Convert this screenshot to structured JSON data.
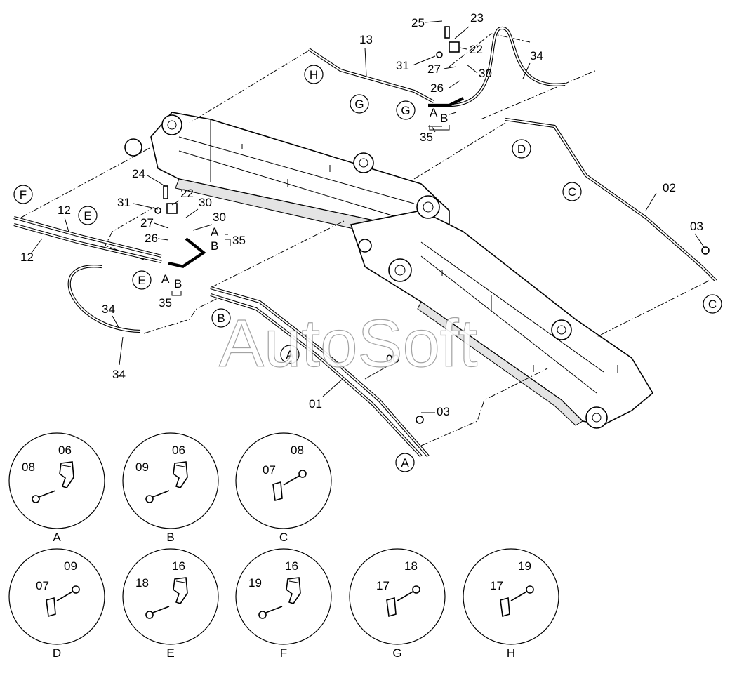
{
  "watermark": "AutoSoft",
  "callouts": {
    "c_25": "25",
    "c_23": "23",
    "c_22_top": "22",
    "c_31_top": "31",
    "c_27_top": "27",
    "c_30_top": "30",
    "c_26_top": "26",
    "c_13": "13",
    "c_34_top": "34",
    "c_35_top": "35",
    "c_A_top": "A",
    "c_B_top": "B",
    "c_24": "24",
    "c_22_mid": "22",
    "c_31_mid": "31",
    "c_30_mid_a": "30",
    "c_30_mid_b": "30",
    "c_27_mid": "27",
    "c_26_mid": "26",
    "c_A_mid": "A",
    "c_B_mid": "B",
    "c_35_mid": "35",
    "c_A_low": "A",
    "c_B_low": "B",
    "c_35_low": "35",
    "c_12_a": "12",
    "c_12_b": "12",
    "c_34_left_a": "34",
    "c_34_left_b": "34",
    "c_02": "02",
    "c_03_right": "03",
    "c_00": "00",
    "c_01": "01",
    "c_03_low": "03"
  },
  "markers": {
    "m_H": "H",
    "m_G_1": "G",
    "m_G_2": "G",
    "m_D": "D",
    "m_C_1": "C",
    "m_C_2": "C",
    "m_F": "F",
    "m_E_1": "E",
    "m_E_2": "E",
    "m_B": "B",
    "m_A_1": "A",
    "m_A_2": "A"
  },
  "details": [
    {
      "label": "A",
      "parts": [
        "06",
        "08"
      ]
    },
    {
      "label": "B",
      "parts": [
        "06",
        "09"
      ]
    },
    {
      "label": "C",
      "parts": [
        "07",
        "08"
      ]
    },
    {
      "label": "D",
      "parts": [
        "07",
        "09"
      ]
    },
    {
      "label": "E",
      "parts": [
        "16",
        "18"
      ]
    },
    {
      "label": "F",
      "parts": [
        "16",
        "19"
      ]
    },
    {
      "label": "G",
      "parts": [
        "17",
        "18"
      ]
    },
    {
      "label": "H",
      "parts": [
        "17",
        "19"
      ]
    }
  ]
}
